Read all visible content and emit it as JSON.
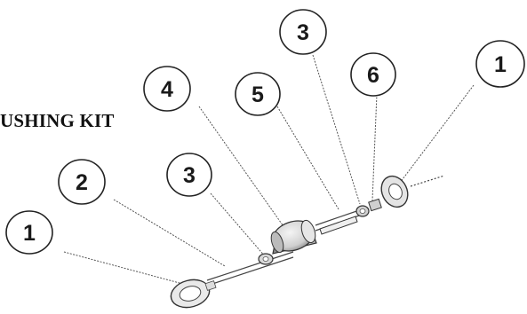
{
  "diagram": {
    "title": "USHING KIT",
    "callouts": [
      {
        "id": "callout-1-left",
        "label": "1"
      },
      {
        "id": "callout-2",
        "label": "2"
      },
      {
        "id": "callout-3-lower",
        "label": "3"
      },
      {
        "id": "callout-4",
        "label": "4"
      },
      {
        "id": "callout-5",
        "label": "5"
      },
      {
        "id": "callout-3-upper",
        "label": "3"
      },
      {
        "id": "callout-6",
        "label": "6"
      },
      {
        "id": "callout-1-right",
        "label": "1"
      }
    ]
  }
}
